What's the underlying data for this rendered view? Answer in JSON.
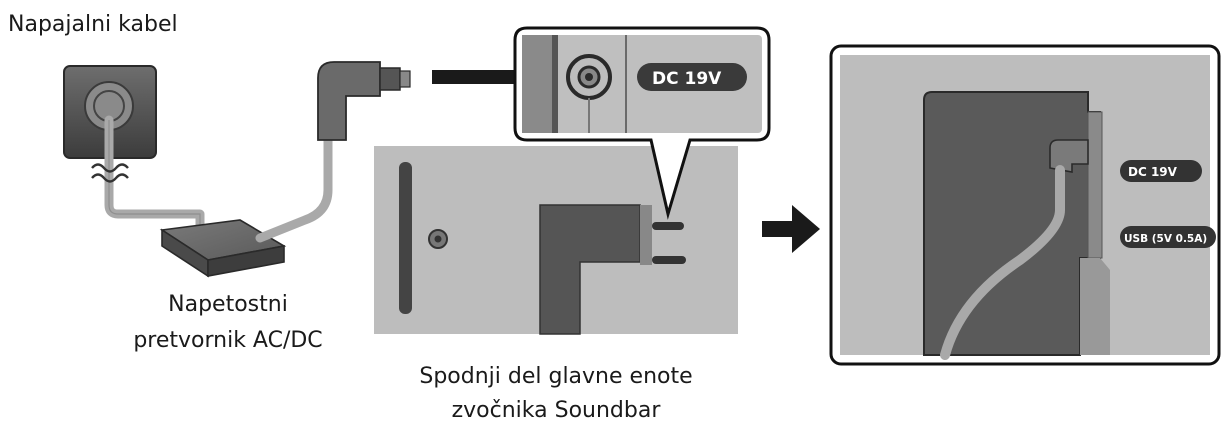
{
  "title": "Napajalni kabel",
  "adapter_label": {
    "line1": "Napetostni",
    "line2": "pretvornik AC/DC"
  },
  "soundbar_label": {
    "line1": "Spodnji del glavne enote",
    "line2": "zvočnika Soundbar"
  },
  "ports": {
    "dc": "DC 19V",
    "usb": "USB (5V 0.5A)"
  },
  "icons": [
    "wall-outlet-icon",
    "ac-wave-icon",
    "power-adapter-icon",
    "dc-plug-icon",
    "arrow-right-icon"
  ],
  "colors": {
    "panel_gray": "#bdbdbd",
    "dark_gray": "#555555",
    "cable_gray": "#a9a9a9",
    "label_black": "#1a1a1a"
  }
}
